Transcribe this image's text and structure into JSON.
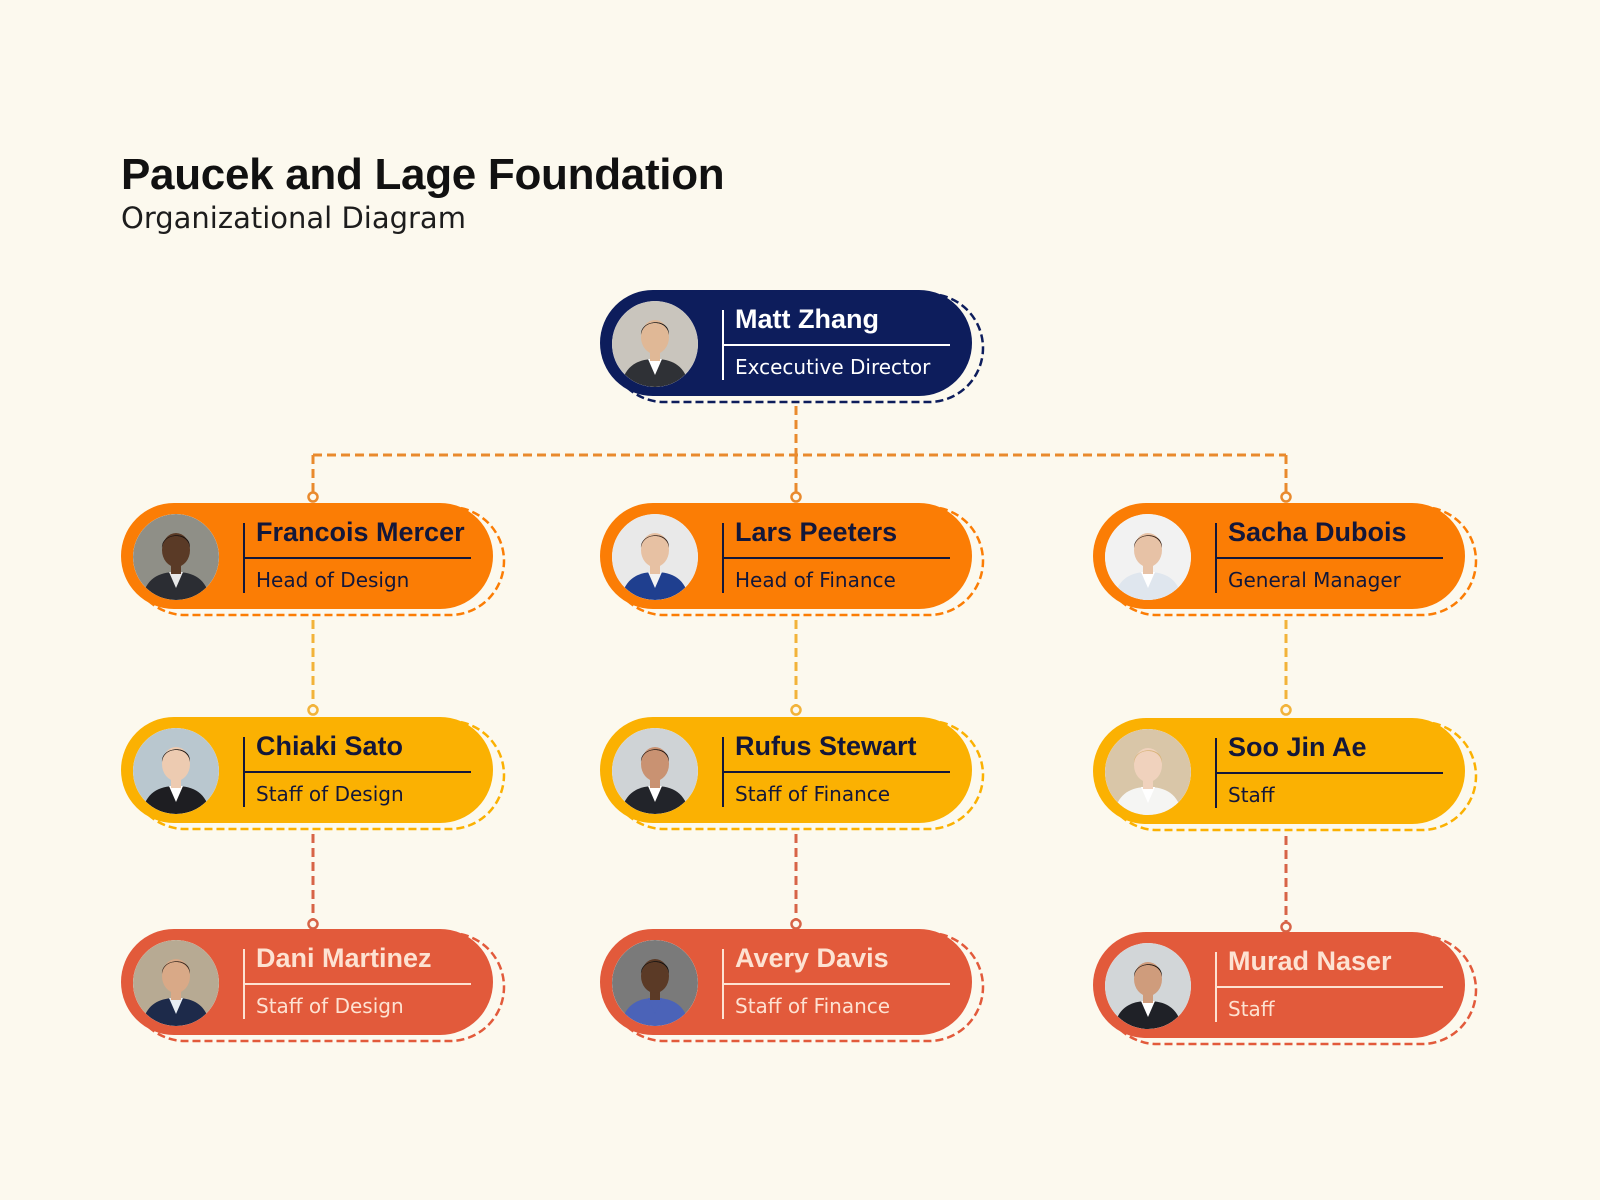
{
  "header": {
    "title": "Paucek and Lage Foundation",
    "subtitle": "Organizational Diagram"
  },
  "colors": {
    "background": "#fcf9ee",
    "navy": "#0d1d5c",
    "orange": "#fb7d05",
    "yellow": "#fbb102",
    "red": "#e25a3b",
    "connector_orange": "#e98a2d",
    "connector_yellow": "#f2b33a",
    "connector_red": "#d76447"
  },
  "people": [
    {
      "id": "matt-zhang",
      "name": "Matt Zhang",
      "role": "Excecutive Director",
      "tier": "navy",
      "portrait": {
        "skin": "#e0b896",
        "hair": "#1b1b1b",
        "suit": "#2f3136",
        "shirt": "#ffffff",
        "bg": "#c9c5bd"
      }
    },
    {
      "id": "francois-mercer",
      "name": "Francois Mercer",
      "role": "Head of Design",
      "tier": "orange",
      "portrait": {
        "skin": "#5a3a26",
        "hair": "#1a1210",
        "suit": "#2b2d33",
        "shirt": "#e8e8e8",
        "bg": "#8f8f87"
      }
    },
    {
      "id": "lars-peeters",
      "name": "Lars Peeters",
      "role": "Head of Finance",
      "tier": "orange",
      "portrait": {
        "skin": "#e7c1a3",
        "hair": "#3b2a22",
        "suit": "#1f3f8f",
        "shirt": "#f3f3f3",
        "bg": "#e9e9e9"
      }
    },
    {
      "id": "sacha-dubois",
      "name": "Sacha Dubois",
      "role": "General Manager",
      "tier": "orange",
      "portrait": {
        "skin": "#e7c2a6",
        "hair": "#3a2418",
        "suit": "#dfe6ee",
        "shirt": "#ffffff",
        "bg": "#f2f2f2"
      }
    },
    {
      "id": "chiaki-sato",
      "name": "Chiaki Sato",
      "role": "Staff of Design",
      "tier": "yellow",
      "portrait": {
        "skin": "#edcbb1",
        "hair": "#1f1814",
        "suit": "#1e1e22",
        "shirt": "#ffffff",
        "bg": "#b9c7cf"
      }
    },
    {
      "id": "rufus-stewart",
      "name": "Rufus Stewart",
      "role": "Staff of Finance",
      "tier": "yellow",
      "portrait": {
        "skin": "#c99272",
        "hair": "#231712",
        "suit": "#22242a",
        "shirt": "#ffffff",
        "bg": "#cfd3d6"
      }
    },
    {
      "id": "soo-jin-ae",
      "name": "Soo Jin Ae",
      "role": "Staff",
      "tier": "yellow",
      "portrait": {
        "skin": "#f0d2bd",
        "hair": "#d8b47a",
        "suit": "#f5f5f3",
        "shirt": "#ffffff",
        "bg": "#d9c6a8"
      }
    },
    {
      "id": "dani-martinez",
      "name": "Dani Martinez",
      "role": "Staff of Design",
      "tier": "red",
      "portrait": {
        "skin": "#d9a987",
        "hair": "#3a2a20",
        "suit": "#1d2a4a",
        "shirt": "#e9eef4",
        "bg": "#b7aa93"
      }
    },
    {
      "id": "avery-davis",
      "name": "Avery Davis",
      "role": "Staff of Finance",
      "tier": "red",
      "portrait": {
        "skin": "#5b3a26",
        "hair": "#111111",
        "suit": "#4b63b8",
        "shirt": "#4b63b8",
        "bg": "#7a7a7a"
      }
    },
    {
      "id": "murad-naser",
      "name": "Murad Naser",
      "role": "Staff",
      "tier": "red",
      "portrait": {
        "skin": "#cf9c7c",
        "hair": "#1c140f",
        "suit": "#1f2127",
        "shirt": "#ffffff",
        "bg": "#d2d6d8"
      }
    }
  ]
}
